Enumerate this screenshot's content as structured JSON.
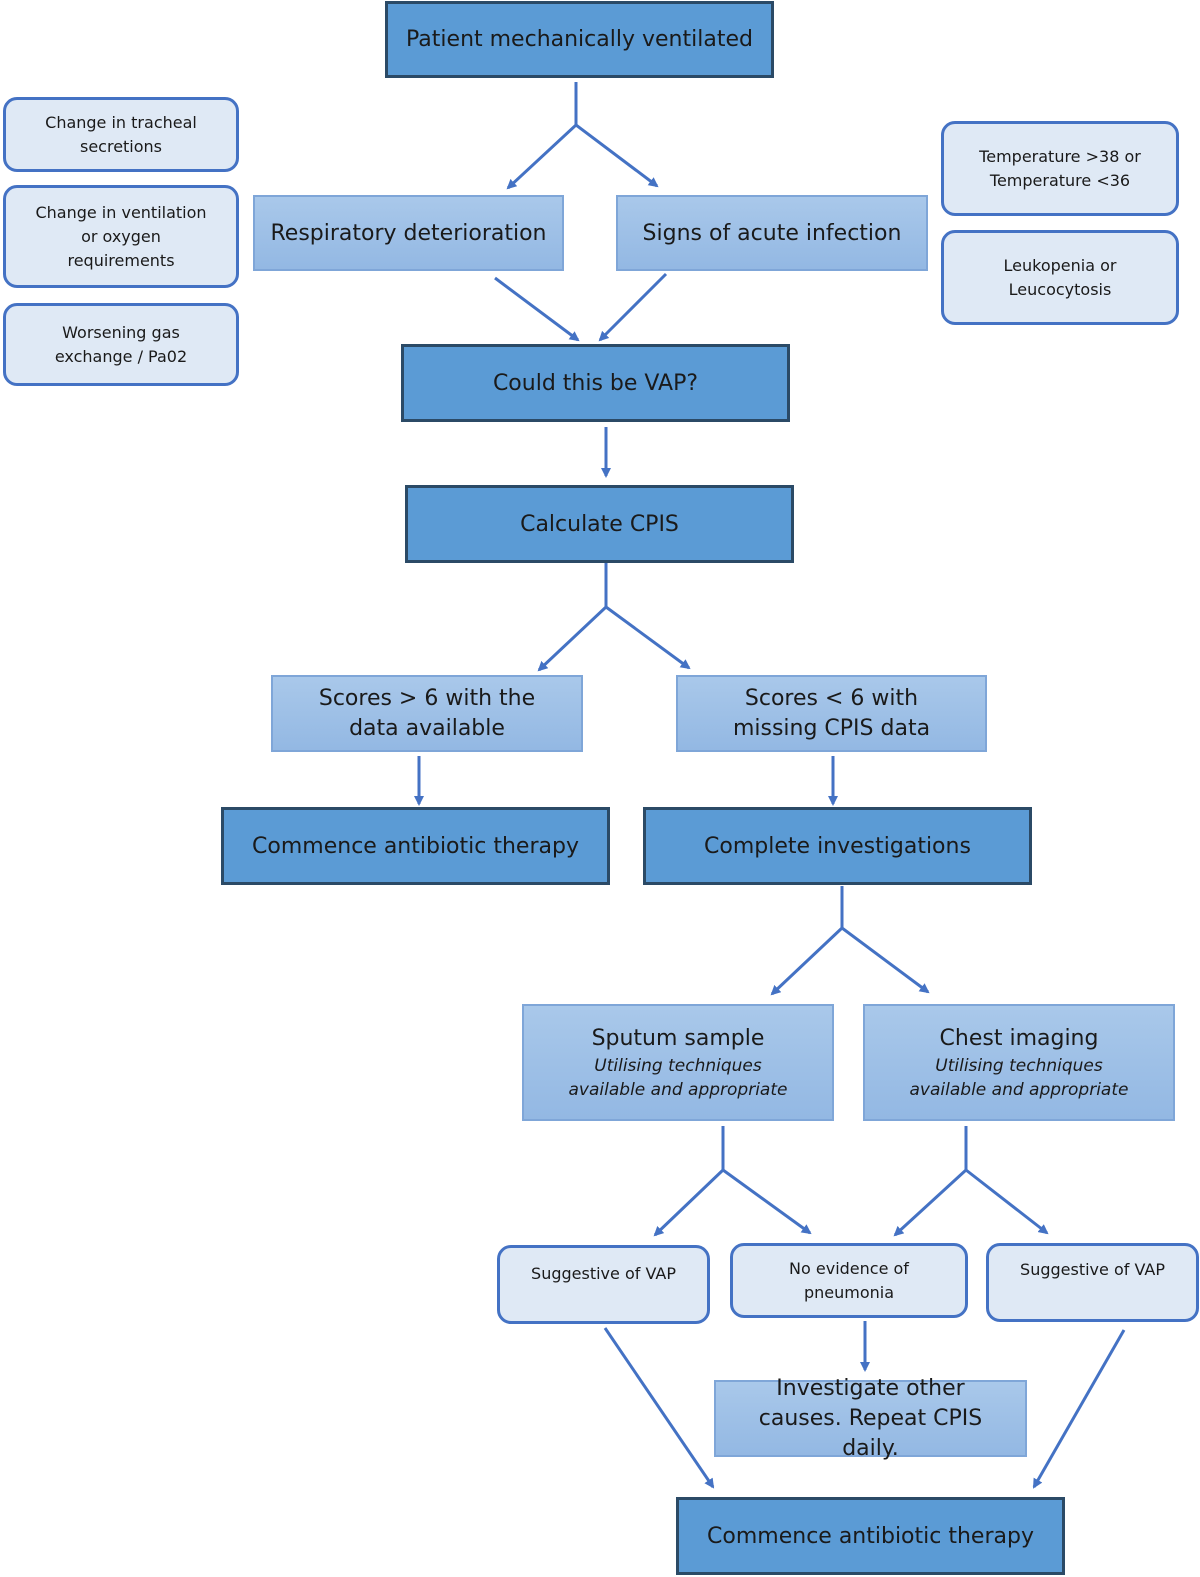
{
  "nodes": {
    "start": "Patient mechanically ventilated",
    "resp_det": "Respiratory deterioration",
    "acute_inf": "Signs of acute infection",
    "tracheal": "Change in tracheal secretions",
    "ventilation": "Change in ventilation or oxygen requirements",
    "gas": "Worsening gas exchange / Pa02",
    "temperature": "Temperature >38 or Temperature <36",
    "leuko": "Leukopenia or Leucocytosis",
    "vap_q": "Could this be VAP?",
    "cpis": "Calculate CPIS",
    "score_high": "Scores > 6 with the data available",
    "score_low": "Scores < 6 with missing CPIS data",
    "antibiotic_1": "Commence antibiotic therapy",
    "investigations": "Complete investigations",
    "sputum_title": "Sputum sample",
    "sputum_sub": "Utilising techniques available and appropriate",
    "imaging_title": "Chest imaging",
    "imaging_sub": "Utilising techniques available and appropriate",
    "vap_1": "Suggestive of VAP",
    "no_evidence": "No evidence of pneumonia",
    "vap_2": "Suggestive of VAP",
    "other_causes": "Investigate other causes. Repeat CPIS daily.",
    "antibiotic_2": "Commence antibiotic therapy"
  },
  "colors": {
    "dark_fill": "#5b9bd5",
    "dark_border": "#2b4a66",
    "mid_fill": "#9dc0e6",
    "light_fill": "#dfe9f5",
    "arrow": "#4472c4"
  }
}
